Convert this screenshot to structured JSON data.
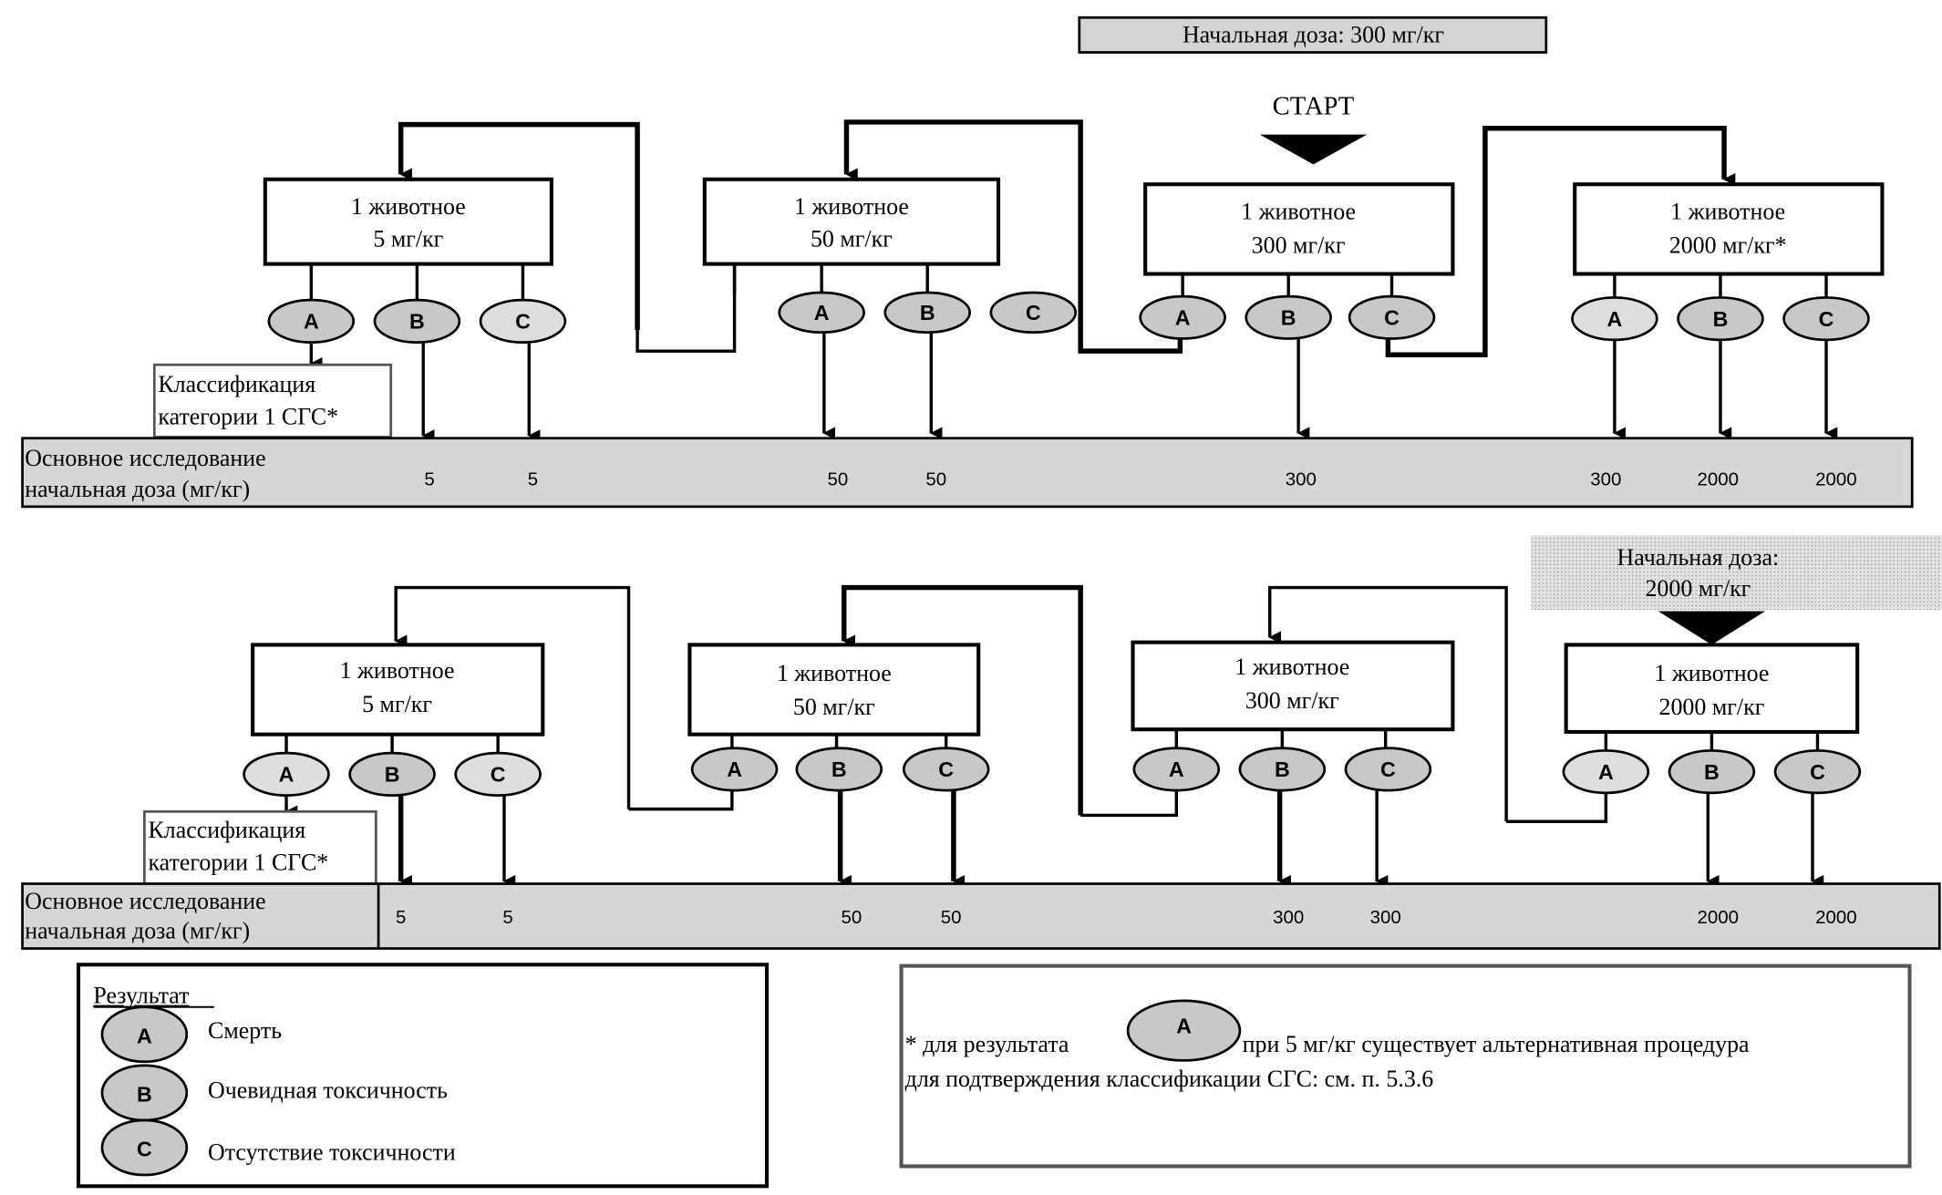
{
  "top": {
    "start_dose_label": "Начальная доза: 300 мг/кг",
    "start_label": "СТАРТ",
    "boxes": [
      {
        "line1": "1 животное",
        "line2": "5 мг/кг"
      },
      {
        "line1": "1 животное",
        "line2": "50 мг/кг"
      },
      {
        "line1": "1 животное",
        "line2": "300 мг/кг"
      },
      {
        "line1": "1 животное",
        "line2": "2000 мг/кг*"
      }
    ],
    "classification": {
      "line1": "Классификация",
      "line2": "категории 1 СГС*"
    },
    "band": {
      "line1": "Основное исследование",
      "line2": "начальная доза (мг/кг)",
      "values": [
        "5",
        "5",
        "50",
        "50",
        "300",
        "300",
        "2000",
        "2000"
      ]
    }
  },
  "bottom": {
    "start_dose_label_line1": "Начальная доза:",
    "start_dose_label_line2": "2000 мг/кг",
    "boxes": [
      {
        "line1": "1 животное",
        "line2": "5 мг/кг"
      },
      {
        "line1": "1 животное",
        "line2": "50 мг/кг"
      },
      {
        "line1": "1 животное",
        "line2": "300 мг/кг"
      },
      {
        "line1": "1 животное",
        "line2": "2000 мг/кг"
      }
    ],
    "classification": {
      "line1": "Классификация",
      "line2": "категории 1 СГС*"
    },
    "band": {
      "line1": "Основное исследование",
      "line2": "начальная доза (мг/кг)",
      "values": [
        "5",
        "5",
        "50",
        "50",
        "300",
        "300",
        "2000",
        "2000"
      ]
    }
  },
  "outcomes": {
    "a": "A",
    "b": "B",
    "c": "C"
  },
  "legend": {
    "title": "Результат",
    "items": [
      {
        "key": "A",
        "label": "Смерть"
      },
      {
        "key": "B",
        "label": "Очевидная токсичность"
      },
      {
        "key": "C",
        "label": "Отсутствие токсичности"
      }
    ]
  },
  "note": {
    "prefix": "* для результата",
    "oval": "A",
    "line1_rest": "при 5 мг/кг существует альтернативная процедура",
    "line2": "для подтверждения классификации СГС: см. п. 5.3.6"
  }
}
